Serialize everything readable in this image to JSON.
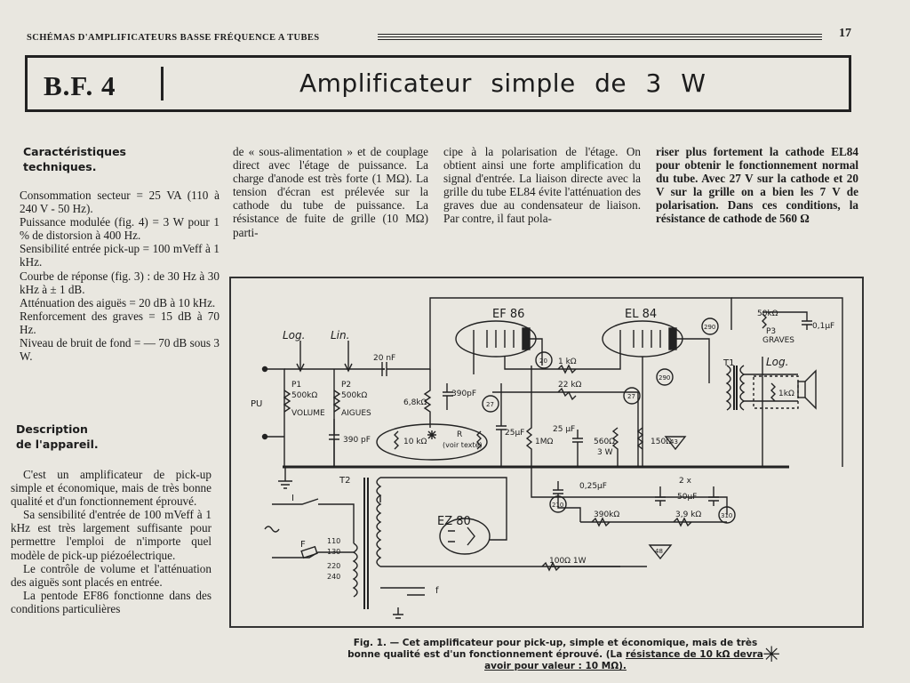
{
  "header": {
    "running_title": "SCHÉMAS D'AMPLIFICATEURS BASSE FRÉQUENCE A TUBES",
    "page_number": "17"
  },
  "banner": {
    "code": "B.F. 4",
    "title": "Amplificateur simple de 3 W"
  },
  "left_column": {
    "characteristics_heading_1": "Caractéristiques",
    "characteristics_heading_2": "techniques.",
    "specs": [
      "Consommation secteur = 25 VA (110 à 240 V - 50 Hz).",
      "Puissance modulée (fig. 4) = 3 W pour 1 % de distorsion à 400 Hz.",
      "Sensibilité entrée pick-up = 100 mVeff à 1 kHz.",
      "Courbe de réponse (fig. 3) : de 30 Hz à 30 kHz à ± 1 dB.",
      "Atténuation des aiguës = 20 dB à 10 kHz.",
      "Renforcement des graves = 15 dB à 70 Hz.",
      "Niveau de bruit de fond = — 70 dB sous 3 W."
    ],
    "description_heading_1": "Description",
    "description_heading_2": "de l'appareil.",
    "paragraphs": [
      "C'est un amplificateur de pick-up simple et économique, mais de très bonne qualité et d'un fonctionnement éprouvé.",
      "Sa sensibilité d'entrée de 100 mVeff à 1 kHz est très largement suffisante pour permettre l'emploi de n'importe quel modèle de pick-up piézoélectrique.",
      "Le contrôle de volume et l'atténuation des aiguës sont placés en entrée.",
      "La pentode EF86 fonctionne dans des conditions particulières"
    ]
  },
  "text_columns": [
    "de « sous-alimentation » et de couplage direct avec l'étage de puissance. La charge d'anode est très forte (1 MΩ). La tension d'écran est prélevée sur la cathode du tube de puissance. La résistance de fuite de grille (10 MΩ) parti-",
    "cipe à la polarisation de l'étage. On obtient ainsi une forte amplification du signal d'entrée. La liaison directe avec la grille du tube EL84 évite l'atténuation des graves due au condensateur de liaison. Par contre, il faut pola-",
    "riser plus fortement la cathode EL84 pour obtenir le fonctionnement normal du tube. Avec 27 V sur la cathode et 20 V sur la grille on a bien les 7 V de polarisation. Dans ces conditions, la résistance de cathode de 560 Ω"
  ],
  "schematic_labels": {
    "tube_1": "EF 86",
    "tube_2": "EL 84",
    "rectifier": "EZ 80",
    "transformer_out": "T1",
    "transformer_power": "T2",
    "log_1": "Log.",
    "lin": "Lin.",
    "log_2": "Log.",
    "pu": "PU",
    "p1": "P1",
    "p1_val": "500kΩ",
    "p1_name": "VOLUME",
    "p2": "P2",
    "p2_val": "500kΩ",
    "p2_name": "AIGUES",
    "p3_val": "50kΩ",
    "p3": "P3",
    "p3_name": "GRAVES",
    "c_20nf": "20 nF",
    "c_390pf_a": "390pF",
    "c_390pf_b": "390 pF",
    "c_01": "0,1µF",
    "c_25_a": "25µF",
    "c_25_b": "25 µF",
    "c_025": "0,25µF",
    "c_2x50": "2 x",
    "c_2x50b": "50µF",
    "r_68k": "6,8kΩ",
    "r_1k": "1 kΩ",
    "r_22k": "22 kΩ",
    "r_10k": "10 kΩ",
    "r_R": "R",
    "r_voir": "(voir texte)",
    "r_1M": "1MΩ",
    "r_560": "560Ω",
    "r_560w": "3 W",
    "r_150": "150Ω",
    "r_1k_out": "1kΩ",
    "r_390k": "390kΩ",
    "r_39k": "3,9 kΩ",
    "r_100": "100Ω  1W",
    "v_20": "20",
    "v_27a": "27",
    "v_27b": "27",
    "v_290a": "290",
    "v_290b": "290",
    "v_210": "210",
    "v_310": "310",
    "v_43": "43",
    "v_48": "48",
    "i_label": "I",
    "f_label": "F",
    "taps": [
      "110",
      "130",
      "220",
      "240"
    ],
    "f_out": "f"
  },
  "caption": {
    "line1": "Fig. 1. — Cet amplificateur pour pick-up, simple et économique, mais de très",
    "line2a": "bonne qualité est d'un fonctionnement éprouvé. (La ",
    "line2b": "résistance de 10 kΩ devra",
    "line3": "avoir pour valeur : 10 MΩ).",
    "star": "✳"
  }
}
